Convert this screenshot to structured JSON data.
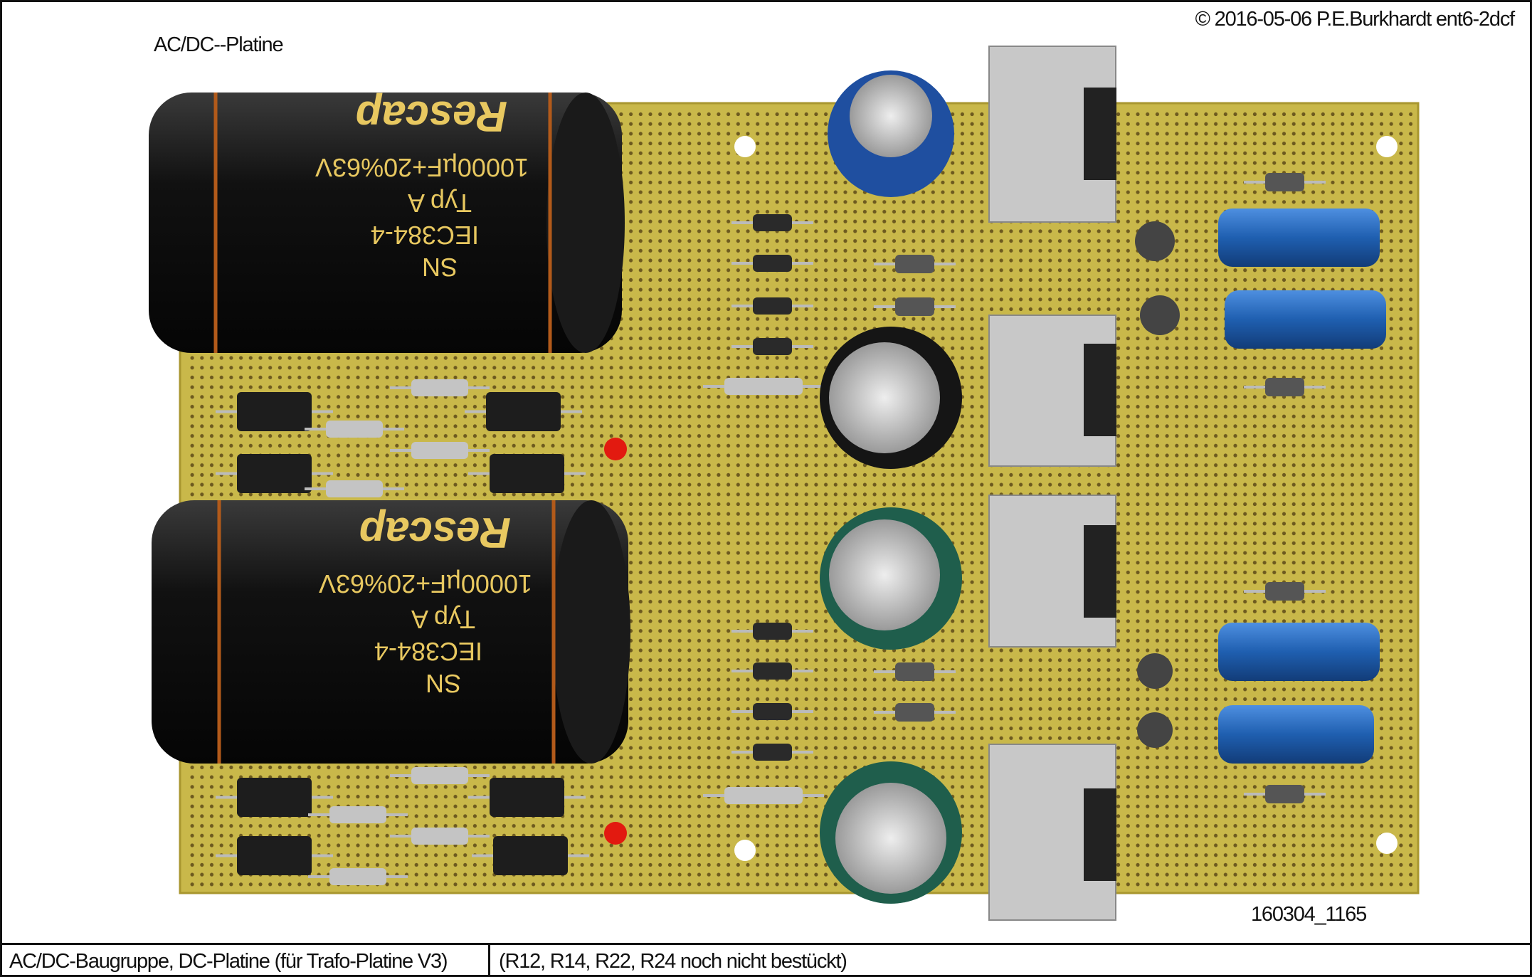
{
  "header": {
    "title": "AC/DC--Platine",
    "copyright": "© 2016-05-06 P.E.Burkhardt ent6-2dcf"
  },
  "photo": {
    "image_id_label": "160304_1165",
    "capacitor_label_lines": [
      "SN",
      "IEC384-4",
      "Typ A",
      "10000µF+20%63V",
      "Rescap"
    ],
    "colors": {
      "board": "#c9b84a",
      "capacitor_black": "#141414",
      "capacitor_blue": "#1f5fb0",
      "capacitor_green": "#1f5e4c",
      "heatsink": "#c8c8c8"
    }
  },
  "caption": {
    "left": "AC/DC-Baugruppe, DC-Platine (für Trafo-Platine V3)",
    "right": "(R12, R14, R22, R24 noch nicht bestückt)"
  }
}
